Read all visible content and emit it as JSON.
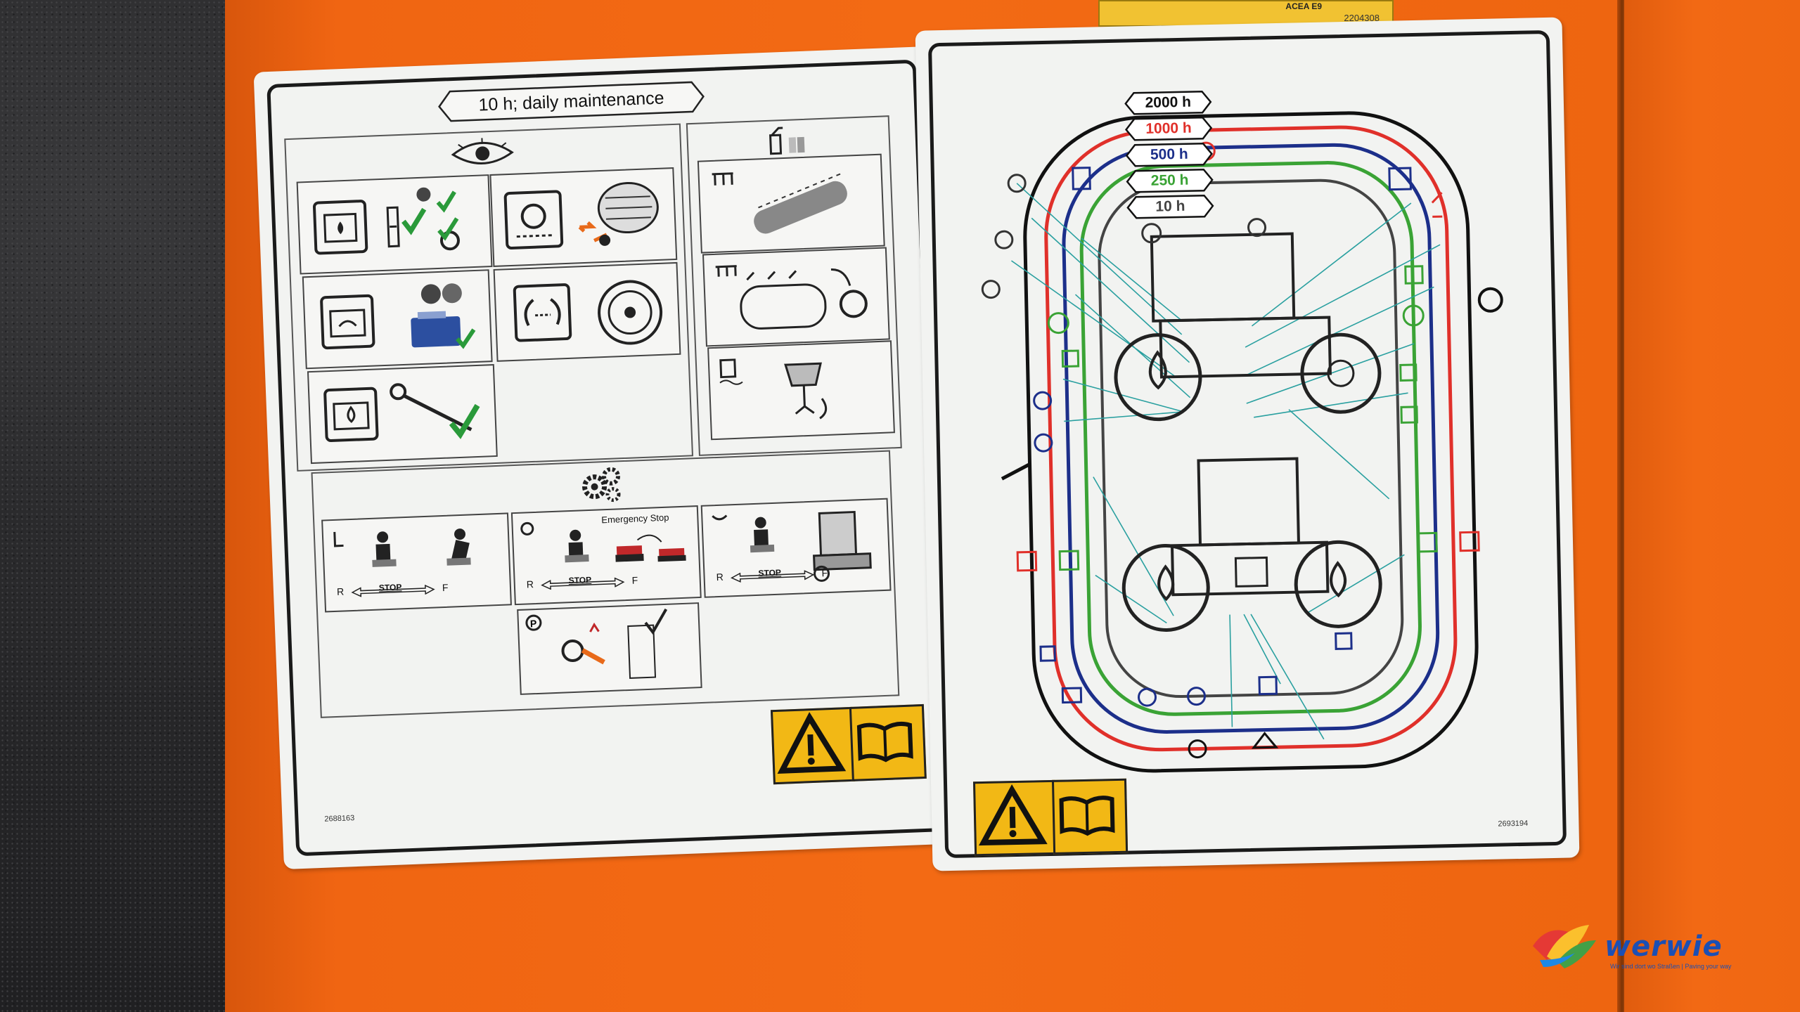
{
  "left_sticker": {
    "header": "10 h; daily maintenance",
    "stop_label": "STOP",
    "direction_r": "R",
    "direction_f": "F",
    "emergency_stop": "Emergency Stop",
    "part_number": "2688163"
  },
  "right_sticker": {
    "intervals": [
      {
        "label": "2000 h",
        "color": "#111111"
      },
      {
        "label": "1000 h",
        "color": "#e0302a"
      },
      {
        "label": "500 h",
        "color": "#1c2f8a"
      },
      {
        "label": "250 h",
        "color": "#3aa335"
      },
      {
        "label": "10 h",
        "color": "#444444"
      }
    ],
    "part_number": "2693194"
  },
  "top_label": {
    "text": "ACEA E9",
    "part_number": "2204308"
  },
  "logo": {
    "brand": "werwie",
    "tagline": "Wir sind dort wo Straßen | Paving your way"
  },
  "colors": {
    "machine_orange": "#f36a14",
    "warning_yellow": "#f2b815"
  }
}
